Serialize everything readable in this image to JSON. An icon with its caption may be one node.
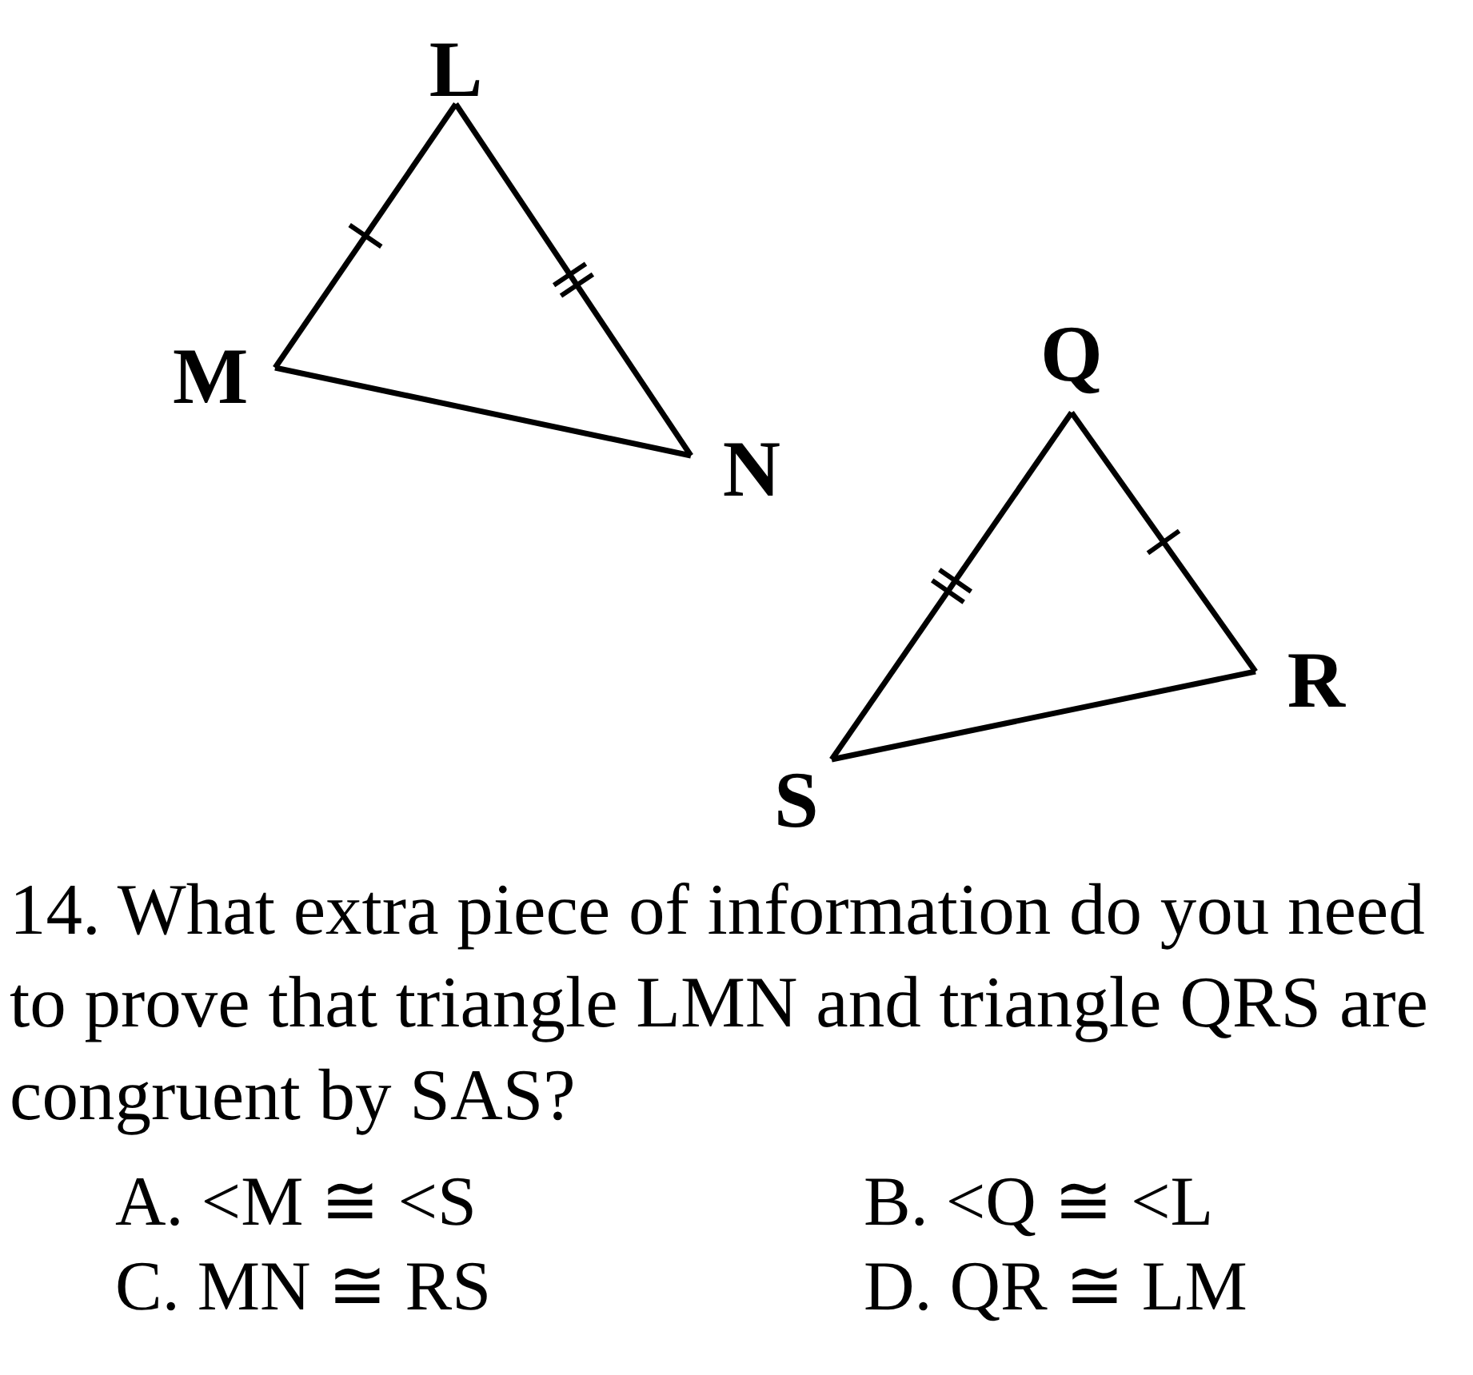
{
  "diagram": {
    "nodes": [
      {
        "text": [
          "L"
        ]
      },
      {
        "text": [
          "M"
        ]
      },
      {
        "text": [
          "N"
        ]
      },
      {
        "text": [
          "Q"
        ]
      },
      {
        "text": [
          "R"
        ]
      },
      {
        "text": [
          "S"
        ]
      }
    ],
    "edges": [
      {
        "from": 0,
        "to": 1,
        "arrow": "none"
      },
      {
        "from": 0,
        "to": 2,
        "arrow": "none"
      },
      {
        "from": 1,
        "to": 2,
        "arrow": "none"
      },
      {
        "from": 3,
        "to": 4,
        "arrow": "none"
      },
      {
        "from": 3,
        "to": 5,
        "arrow": "none"
      },
      {
        "from": 5,
        "to": 4,
        "arrow": "none"
      }
    ],
    "labels": [
      "14.   What extra piece of information do you need to prove that triangle LMN and triangle QRS are congruent by SAS?",
      "A. <M ≅ <S",
      "B. <Q ≅ <L",
      "C. MN ≅ RS",
      "D. QR ≅ LM"
    ]
  }
}
